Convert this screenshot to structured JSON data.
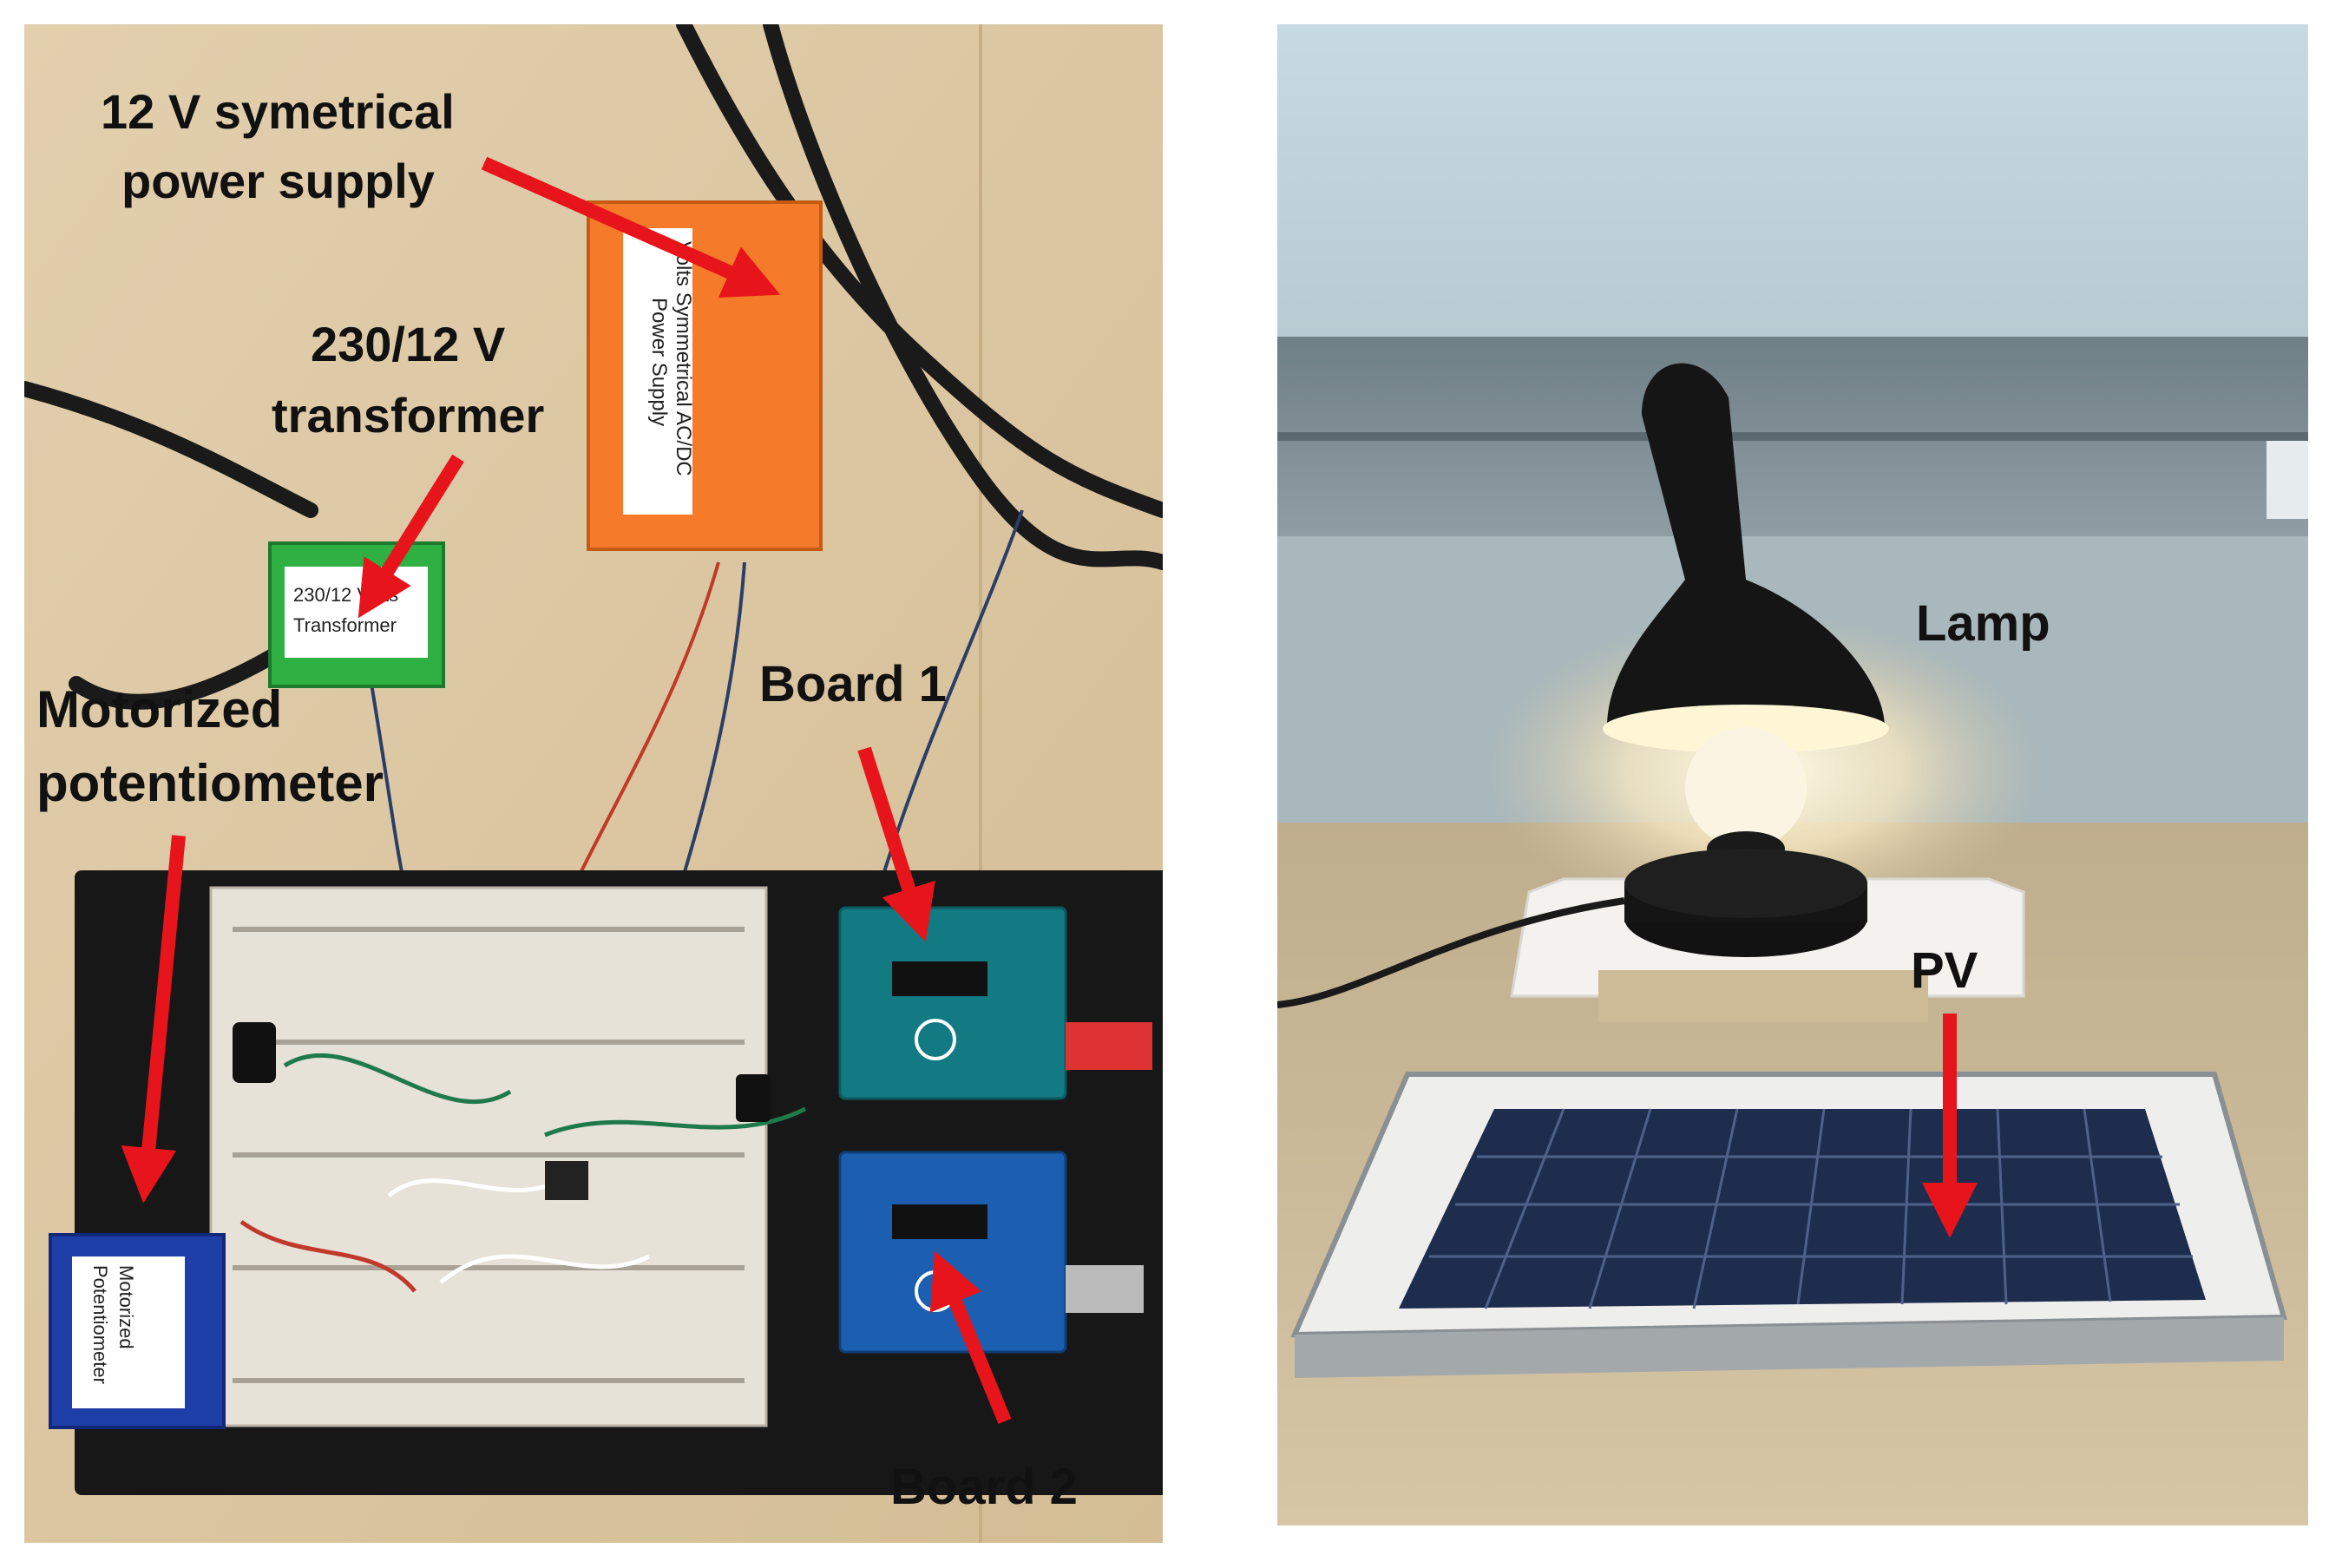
{
  "figure": {
    "left_photo": {
      "labels": {
        "power_supply": [
          "12 V symetrical",
          "power supply"
        ],
        "transformer": [
          "230/12 V",
          "transformer"
        ],
        "potentiometer": [
          "Motorized",
          "potentiometer"
        ],
        "board1": "Board 1",
        "board2": "Board 2"
      },
      "device_labels": {
        "power_supply_box": [
          "Volts Symmetrical AC/DC",
          "Power Supply"
        ],
        "transformer_box": [
          "230/12 Volts",
          "Transformer"
        ],
        "pot_box": [
          "Motorized",
          "Potentiometer"
        ]
      }
    },
    "right_photo": {
      "labels": {
        "lamp": "Lamp",
        "pv": "PV"
      }
    },
    "colors": {
      "arrow": "#e8141b",
      "orange_box": "#f57a2a",
      "green_box": "#2fb043",
      "blue_box": "#1f3fa8",
      "desk": "#dcc7a3",
      "wall": "#c9dde3"
    }
  }
}
